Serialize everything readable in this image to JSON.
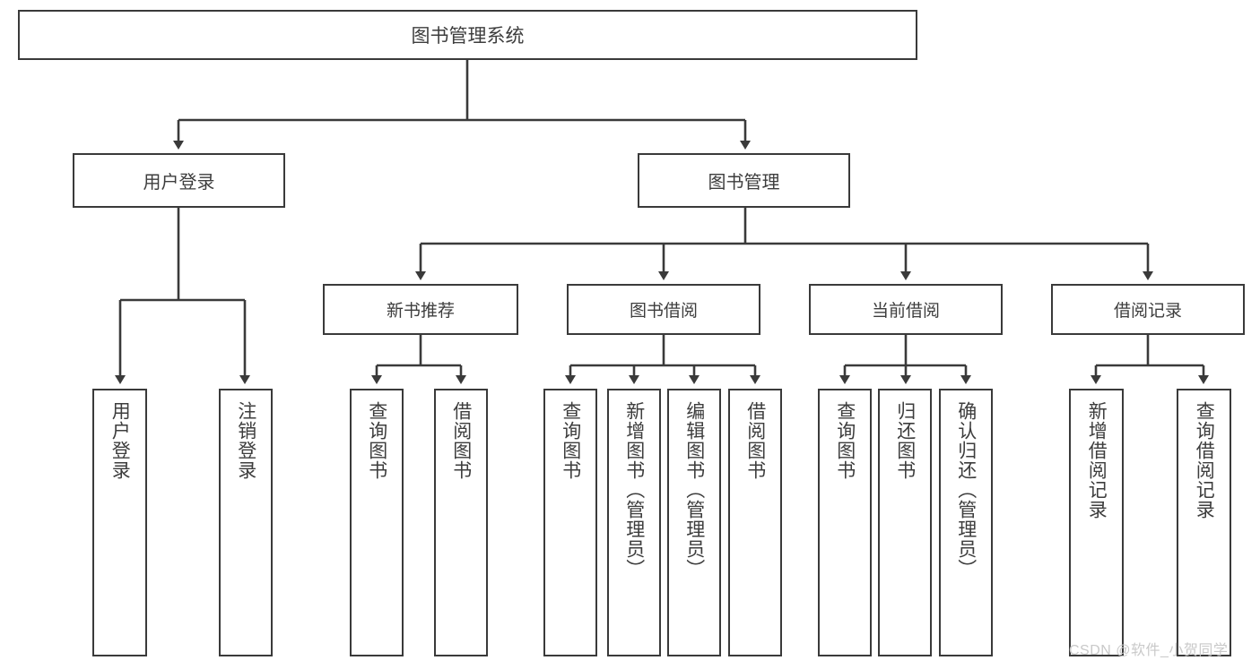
{
  "diagram": {
    "type": "tree-hierarchy",
    "title": "图书管理系统",
    "root": {
      "id": "root",
      "label": "图书管理系统"
    },
    "level1": [
      {
        "id": "user-login",
        "label": "用户登录"
      },
      {
        "id": "book-management",
        "label": "图书管理"
      }
    ],
    "level2": [
      {
        "id": "new-book-recommend",
        "label": "新书推荐",
        "parent": "book-management"
      },
      {
        "id": "book-borrow",
        "label": "图书借阅",
        "parent": "book-management"
      },
      {
        "id": "current-borrow",
        "label": "当前借阅",
        "parent": "book-management"
      },
      {
        "id": "borrow-record",
        "label": "借阅记录",
        "parent": "book-management"
      }
    ],
    "leaves": [
      {
        "id": "leaf-user-login",
        "label": "用户登录",
        "parent": "user-login"
      },
      {
        "id": "leaf-logout-login",
        "label": "注销登录",
        "parent": "user-login"
      },
      {
        "id": "leaf-query-book-1",
        "label": "查询图书",
        "parent": "new-book-recommend"
      },
      {
        "id": "leaf-borrow-book-1",
        "label": "借阅图书",
        "parent": "new-book-recommend"
      },
      {
        "id": "leaf-query-book-2",
        "label": "查询图书",
        "parent": "book-borrow"
      },
      {
        "id": "leaf-add-book",
        "label": "新增图书（管理员）",
        "parent": "book-borrow"
      },
      {
        "id": "leaf-edit-book",
        "label": "编辑图书（管理员）",
        "parent": "book-borrow"
      },
      {
        "id": "leaf-borrow-book-2",
        "label": "借阅图书",
        "parent": "book-borrow"
      },
      {
        "id": "leaf-query-book-3",
        "label": "查询图书",
        "parent": "current-borrow"
      },
      {
        "id": "leaf-return-book",
        "label": "归还图书",
        "parent": "current-borrow"
      },
      {
        "id": "leaf-confirm-return",
        "label": "确认归还（管理员）",
        "parent": "current-borrow"
      },
      {
        "id": "leaf-add-record",
        "label": "新增借阅记录",
        "parent": "borrow-record"
      },
      {
        "id": "leaf-query-record",
        "label": "查询借阅记录",
        "parent": "borrow-record"
      }
    ],
    "colors": {
      "stroke": "#3a3a3a",
      "text": "#3d3d3d",
      "background": "#ffffff",
      "watermark": "#c9c9c9"
    }
  },
  "watermark": {
    "text": "CSDN @软件_小贺同学"
  }
}
